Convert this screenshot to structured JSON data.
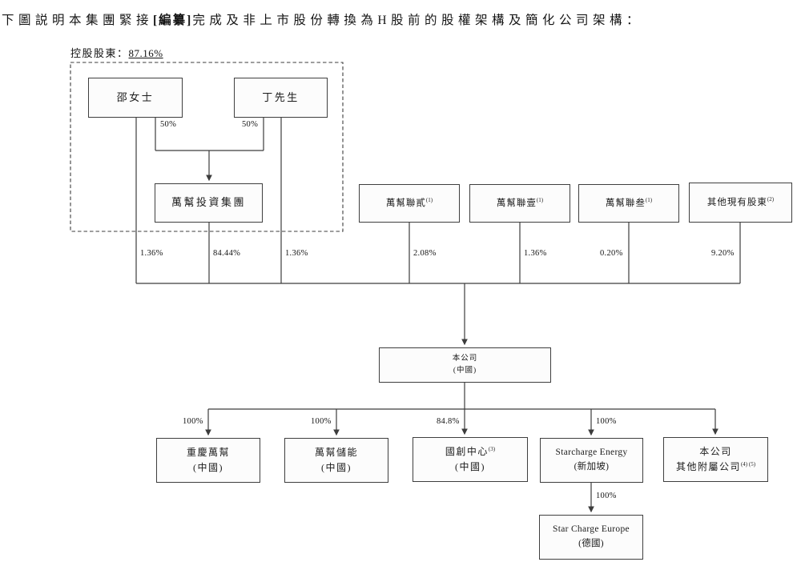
{
  "title": {
    "prefix": "下圖説明本集團緊接",
    "bold": "[編纂]",
    "suffix": "完成及非上市股份轉換為H股前的股權架構及簡化公司架構："
  },
  "controlling_group": {
    "label": "控股股東：",
    "percentage": "87.16%"
  },
  "nodes": {
    "shao": {
      "name": "邵女士"
    },
    "ding": {
      "name": "丁先生"
    },
    "wanbang_investment": {
      "name": "萬幫投資集團"
    },
    "wanbang_lian_er": {
      "name": "萬幫聯貳",
      "sup": "(1)"
    },
    "wanbang_lian_yi": {
      "name": "萬幫聯壹",
      "sup": "(1)"
    },
    "wanbang_lian_san": {
      "name": "萬幫聯叁",
      "sup": "(1)"
    },
    "other_existing_shareholders": {
      "name": "其他現有股東",
      "sup": "(2)"
    },
    "company": {
      "name": "本公司",
      "region": "(中國)"
    },
    "chongqing_wanbang": {
      "name": "重慶萬幫",
      "region": "(中國)"
    },
    "wanbang_chuneng": {
      "name": "萬幫儲能",
      "region": "(中國)"
    },
    "guochuang_center": {
      "name": "國創中心",
      "sup": "(3)",
      "region": "(中國)"
    },
    "starcharge_energy": {
      "name": "Starcharge Energy",
      "region": "(新加坡)"
    },
    "other_subsidiaries": {
      "line1": "本公司",
      "line2": "其他附屬公司",
      "sup": "(4) (5)"
    },
    "starcharge_europe": {
      "name": "Star Charge Europe",
      "region": "(德國)"
    }
  },
  "percentages": {
    "shao_to_investment": "50%",
    "ding_to_investment": "50%",
    "shao_direct": "1.36%",
    "investment_to_company": "84.44%",
    "ding_direct": "1.36%",
    "lian_er": "2.08%",
    "lian_yi": "1.36%",
    "lian_san": "0.20%",
    "other_shareholders": "9.20%",
    "chongqing": "100%",
    "chuneng": "100%",
    "guochuang": "84.8%",
    "starcharge": "100%",
    "europe": "100%"
  }
}
